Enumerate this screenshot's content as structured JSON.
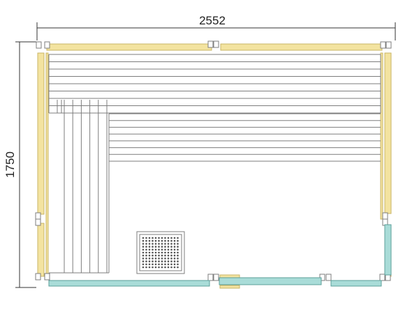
{
  "drawing": {
    "width_label": "2552",
    "height_label": "1750"
  },
  "colors": {
    "frame_wood": "#f3e3a0",
    "frame_wood_stroke": "#c9b566",
    "glass": "#a9dcd8",
    "glass_stroke": "#5b9f9a",
    "line": "#7d7d7d",
    "dimension_line": "#333333",
    "heater_stones": "#555555"
  },
  "counts": {
    "upper_bench_slats": 9,
    "lower_bench_slats": 8,
    "side_bench_slats": 6,
    "heater_stone_rows": 11,
    "heater_stone_columns": 12
  }
}
